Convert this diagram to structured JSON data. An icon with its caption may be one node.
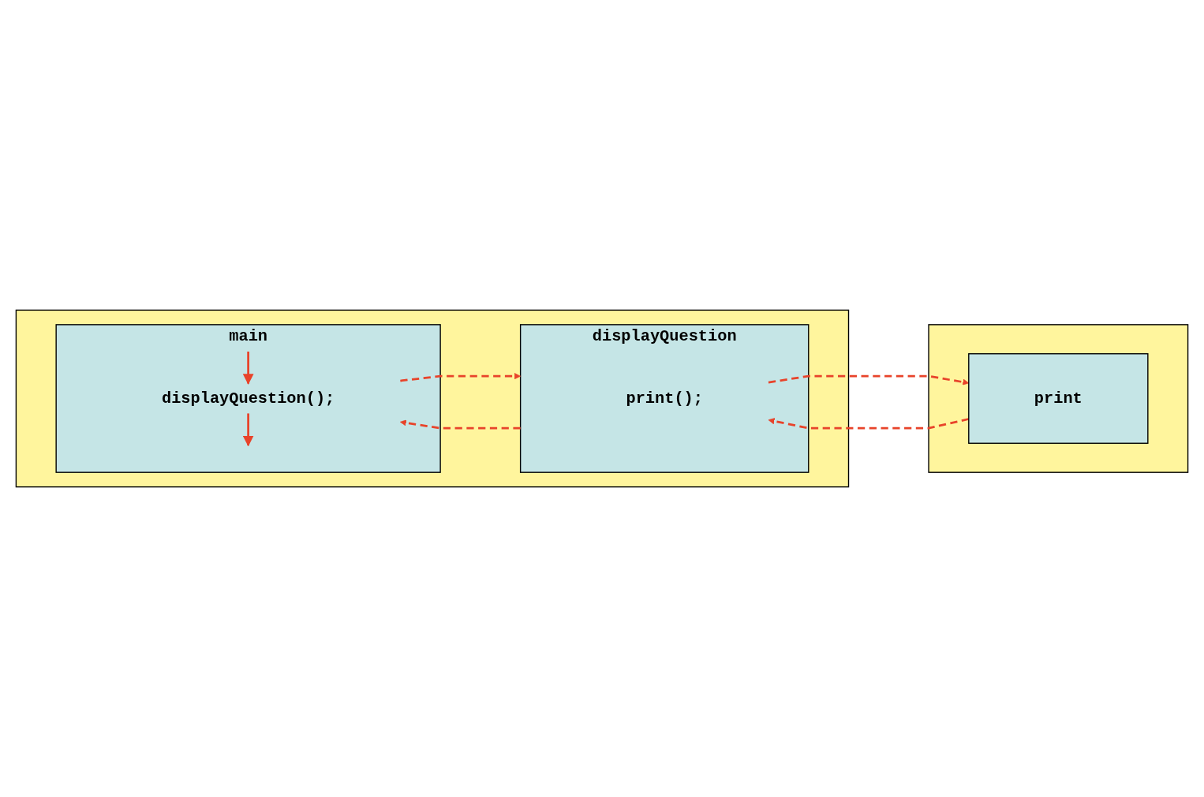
{
  "diagram": {
    "nodes": [
      {
        "text": [],
        "shape": "box"
      },
      {
        "text": [
          "main"
        ],
        "in": 0
      },
      {
        "text": [
          "displayQuestion();"
        ],
        "in": 1
      },
      {
        "text": [
          "displayQuestion"
        ],
        "in": 0
      },
      {
        "text": [
          "print();"
        ],
        "in": 3
      },
      {
        "text": [],
        "shape": "box"
      },
      {
        "text": [
          "print"
        ],
        "in": 5
      }
    ],
    "edges": [
      {
        "from": null,
        "to": 2,
        "arrow": "to"
      },
      {
        "from": 2,
        "to": 3,
        "arrow": "to",
        "style": "dashed"
      },
      {
        "from": 4,
        "to": 6,
        "arrow": "to",
        "style": "dashed"
      },
      {
        "from": 6,
        "to": 4,
        "arrow": "to",
        "style": "dashed"
      },
      {
        "from": 3,
        "to": 2,
        "arrow": "to",
        "style": "dashed"
      },
      {
        "from": 2,
        "to": null,
        "arrow": "to"
      }
    ]
  }
}
